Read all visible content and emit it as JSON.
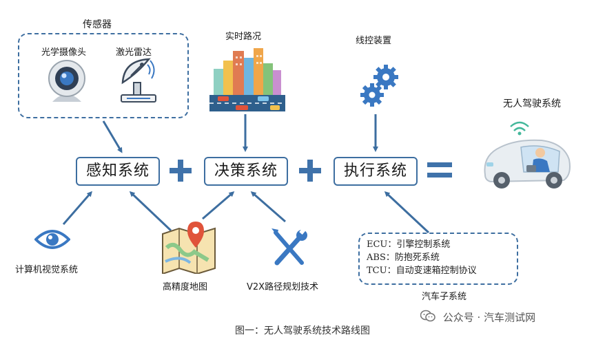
{
  "sensors": {
    "title": "传感器",
    "camera": "光学摄像头",
    "lidar": "激光雷达"
  },
  "realtime": "实时路况",
  "actuator": "线控装置",
  "result": "无人驾驶系统",
  "systems": {
    "perception": "感知系统",
    "decision": "决策系统",
    "execution": "执行系统"
  },
  "inputs": {
    "vision": "计算机视觉系统",
    "hdmap": "高精度地图",
    "v2x": "V2X路径规划技术"
  },
  "car_subsystems": {
    "title": "汽车子系统",
    "lines": [
      "ECU：引擎控制系统",
      "ABS：防抱死系统",
      "TCU：自动变速箱控制协议"
    ]
  },
  "caption": "图一：无人驾驶系统技术路线图",
  "watermark": "公众号 · 汽车测试网",
  "colors": {
    "accent": "#3d6ea0",
    "plus": "#3f72aa",
    "icon_blue": "#3a78c2",
    "map_red": "#e0533a"
  }
}
